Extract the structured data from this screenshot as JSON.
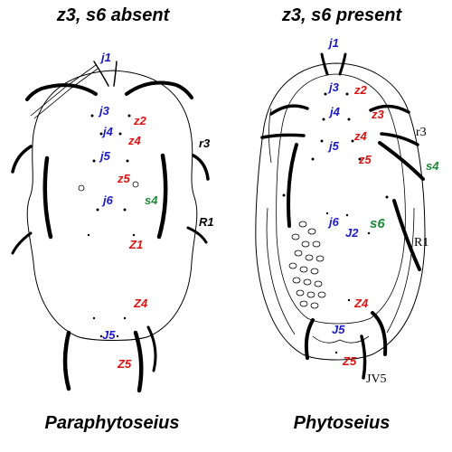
{
  "colors": {
    "blue": "#1a1acc",
    "red": "#dd1111",
    "green": "#1f8a3a",
    "black": "#000000"
  },
  "left": {
    "heading": "z3, s6 absent",
    "genus": "Paraphytoseius",
    "labels": {
      "j1": "j1",
      "j3": "j3",
      "z2": "z2",
      "j4": "j4",
      "z4": "z4",
      "r3": "r3",
      "j5": "j5",
      "z5": "z5",
      "j6": "j6",
      "s4": "s4",
      "R1": "R1",
      "Z1": "Z1",
      "Z4": "Z4",
      "J5": "J5",
      "Z5": "Z5"
    }
  },
  "right": {
    "heading": "z3, s6 present",
    "genus": "Phytoseius",
    "labels": {
      "j1": "j1",
      "j3": "j3",
      "z2": "z2",
      "j4": "j4",
      "z3": "z3",
      "r3": "r3",
      "z4": "z4",
      "j5": "j5",
      "z5": "z5",
      "s4": "s4",
      "j6": "j6",
      "s6": "s6",
      "R1": "R1",
      "J2": "J2",
      "Z4": "Z4",
      "J5": "J5",
      "Z5": "Z5",
      "JV5": "JV5"
    }
  }
}
